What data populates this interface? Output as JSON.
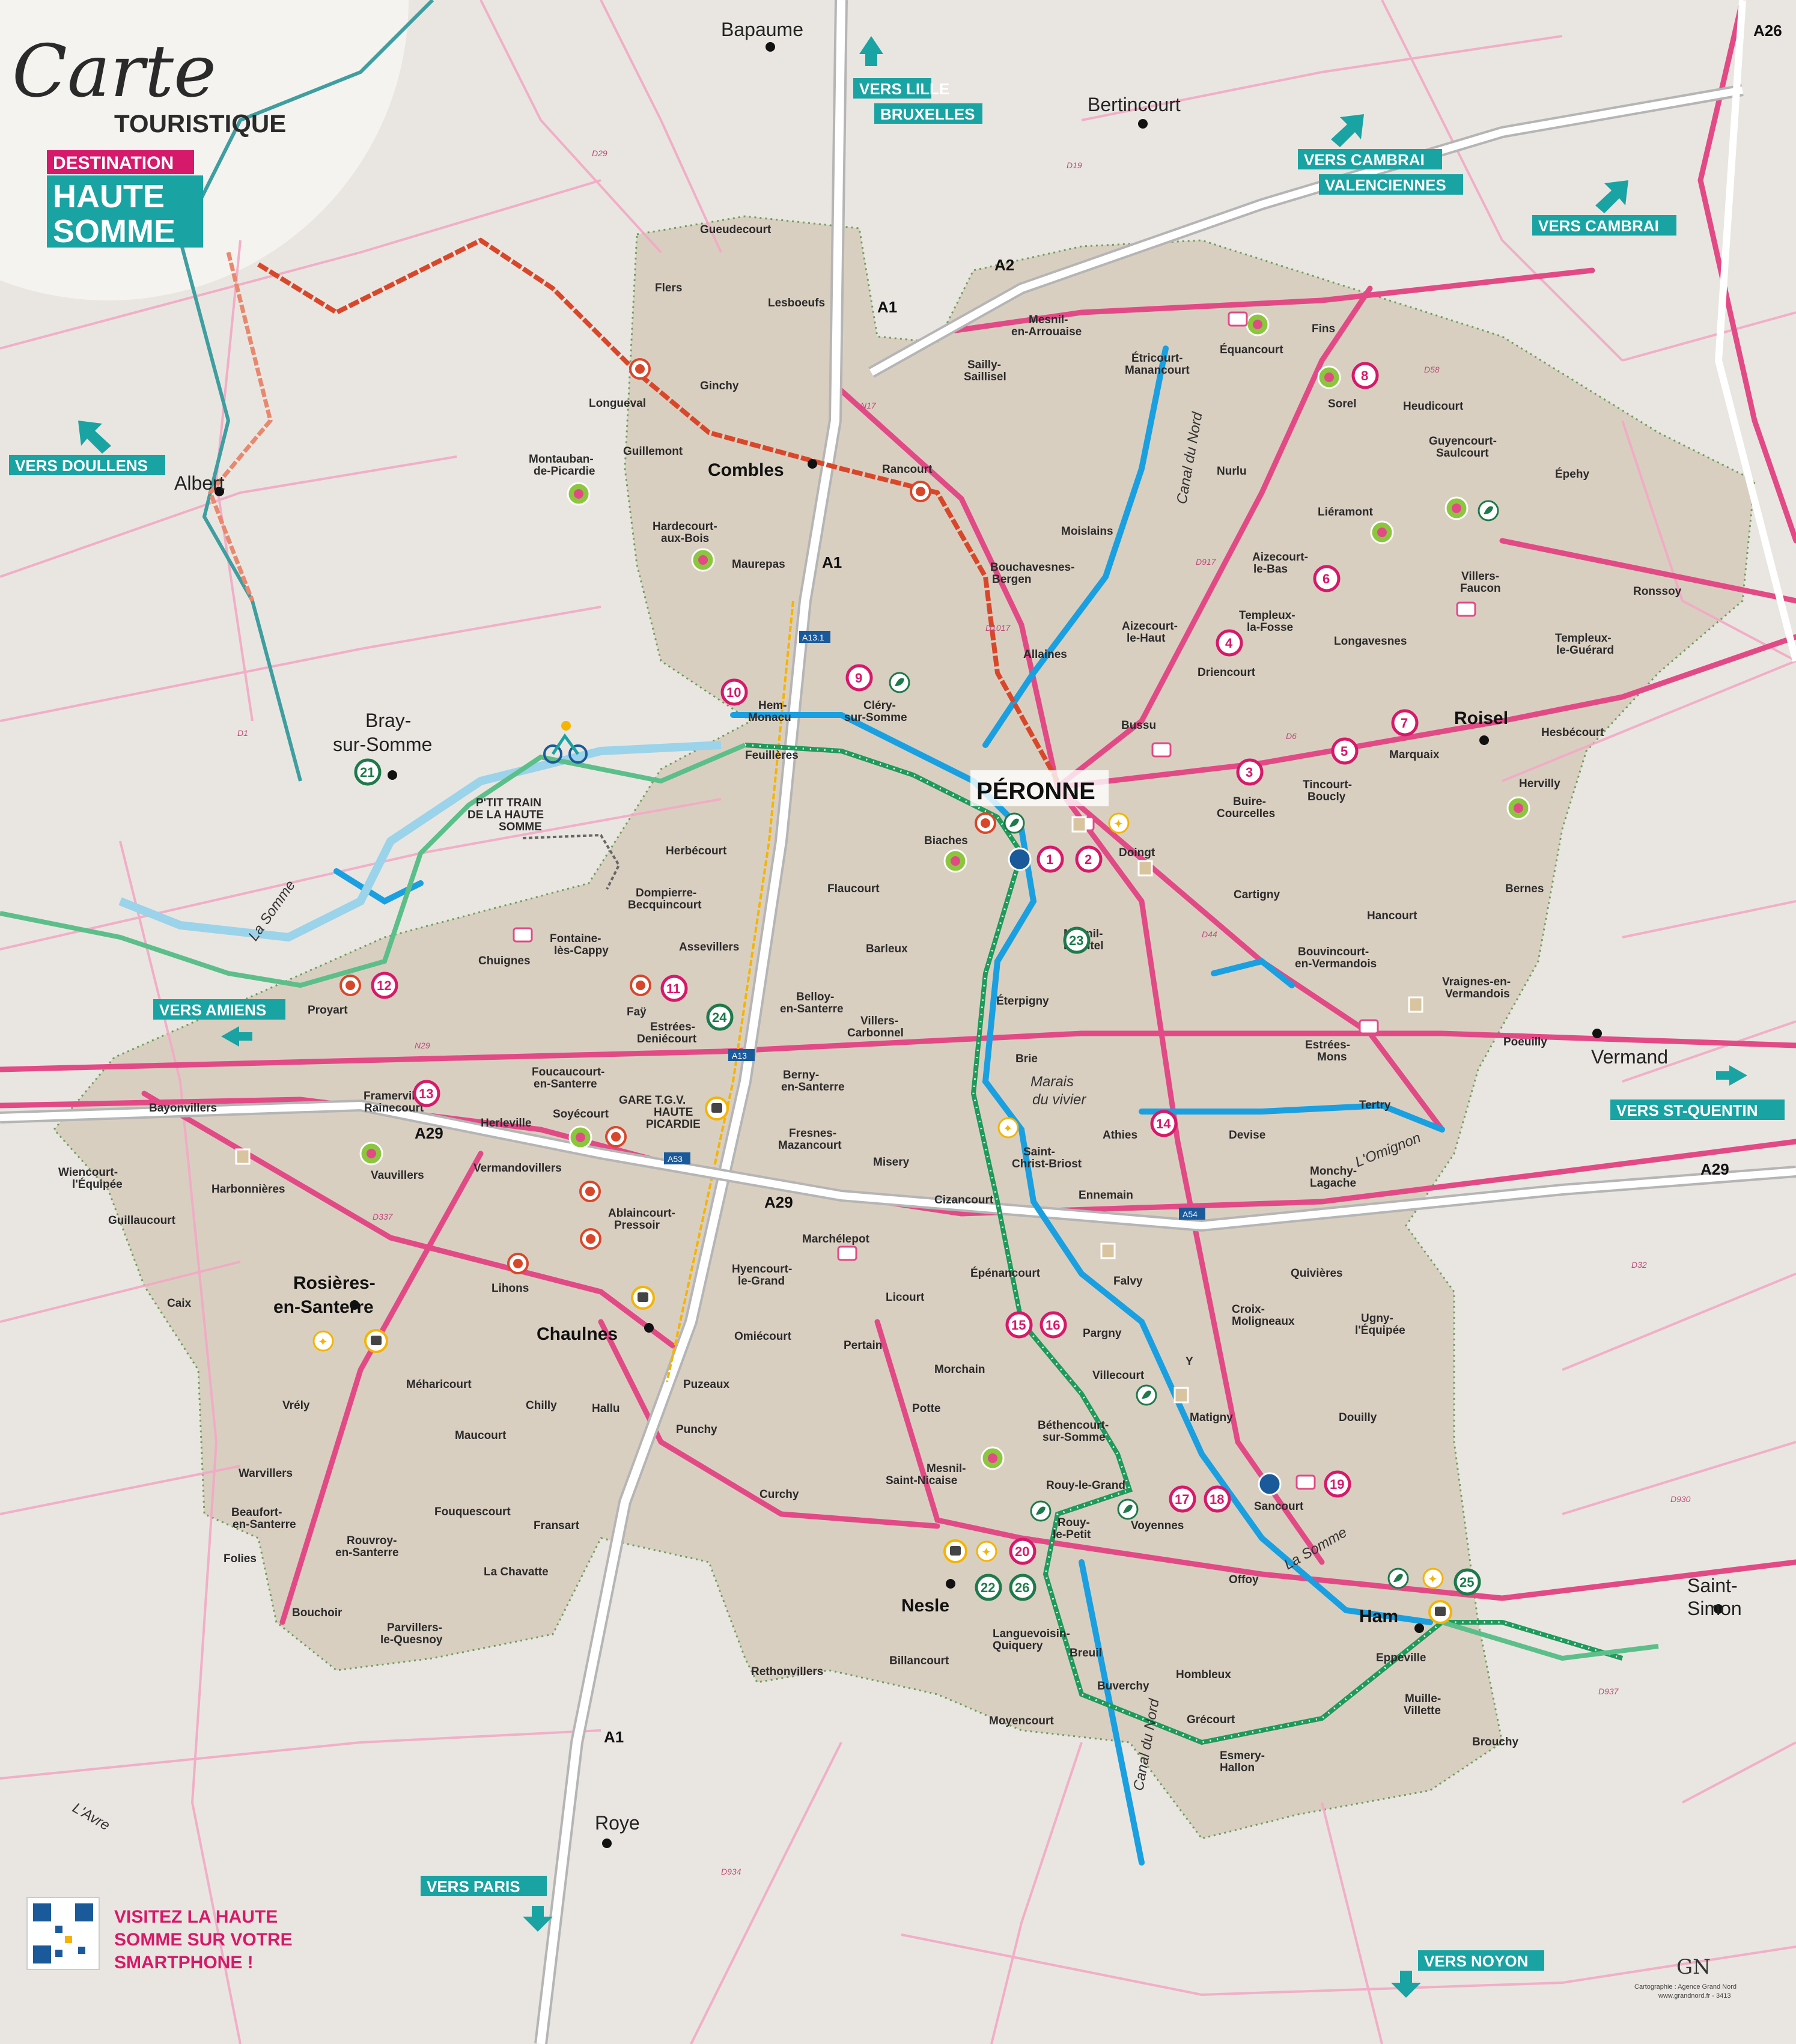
{
  "header": {
    "title_script": "Carte",
    "title_sub": "TOURISTIQUE",
    "destination": "DESTINATION",
    "region_line1": "HAUTE",
    "region_line2": "SOMME"
  },
  "directions": {
    "lille": "VERS LILLE",
    "bruxelles": "BRUXELLES",
    "cambrai_a": "VERS CAMBRAI",
    "valenciennes": "VALENCIENNES",
    "cambrai_b": "VERS CAMBRAI",
    "doullens": "VERS DOULLENS",
    "amiens": "VERS AMIENS",
    "st_quentin": "VERS ST-QUENTIN",
    "paris": "VERS PARIS",
    "noyon": "VERS NOYON"
  },
  "outside_towns": {
    "bapaume": "Bapaume",
    "bertincourt": "Bertincourt",
    "albert": "Albert",
    "bray_1": "Bray-",
    "bray_2": "sur-Somme",
    "vermand": "Vermand",
    "saint_simon_1": "Saint-",
    "saint_simon_2": "Simon",
    "roye": "Roye"
  },
  "main_towns": {
    "peronne": "PÉRONNE",
    "combles": "Combles",
    "roisel": "Roisel",
    "chaulnes": "Chaulnes",
    "rosieres_1": "Rosières-",
    "rosieres_2": "en-Santerre",
    "nesle": "Nesle",
    "ham": "Ham"
  },
  "towns": {
    "gueudecourt": "Gueudecourt",
    "flers": "Flers",
    "lesboeufs": "Lesboeufs",
    "ginchy": "Ginchy",
    "longueval": "Longueval",
    "guillemont": "Guillemont",
    "montauban_1": "Montauban-",
    "montauban_2": "de-Picardie",
    "hardecourt_1": "Hardecourt-",
    "hardecourt_2": "aux-Bois",
    "maurepas": "Maurepas",
    "rancourt": "Rancourt",
    "sailly_1": "Sailly-",
    "sailly_2": "Saillisel",
    "mesnil_arr_1": "Mesnil-",
    "mesnil_arr_2": "en-Arrouaise",
    "etricourt_1": "Étricourt-",
    "etricourt_2": "Manancourt",
    "equancourt": "Équancourt",
    "fins": "Fins",
    "sorel": "Sorel",
    "heudicourt": "Heudicourt",
    "nurlu": "Nurlu",
    "guyencourt_1": "Guyencourt-",
    "guyencourt_2": "Saulcourt",
    "epehy": "Épehy",
    "lieramont": "Liéramont",
    "moislains": "Moislains",
    "bouchavesnes_1": "Bouchavesnes-",
    "bouchavesnes_2": "Bergen",
    "aizecourt_bas_1": "Aizecourt-",
    "aizecourt_bas_2": "le-Bas",
    "villers_faucon_1": "Villers-",
    "villers_faucon_2": "Faucon",
    "ronssoy": "Ronssoy",
    "templeux_fosse_1": "Templeux-",
    "templeux_fosse_2": "la-Fosse",
    "aizecourt_haut_1": "Aizecourt-",
    "aizecourt_haut_2": "le-Haut",
    "longavesnes": "Longavesnes",
    "templeux_guerard_1": "Templeux-",
    "templeux_guerard_2": "le-Guérard",
    "allaines": "Allaines",
    "driencourt": "Driencourt",
    "hem_1": "Hem-",
    "hem_2": "Monacu",
    "clery_1": "Cléry-",
    "clery_2": "sur-Somme",
    "bussu": "Bussu",
    "marquaix": "Marquaix",
    "hesbecourt": "Hesbécourt",
    "feuilleres": "Feuillères",
    "buire_1": "Buire-",
    "buire_2": "Courcelles",
    "tincourt_1": "Tincourt-",
    "tincourt_2": "Boucly",
    "hervilly": "Hervilly",
    "biaches": "Biaches",
    "doingt": "Doingt",
    "herbecourt": "Herbécourt",
    "flaucourt": "Flaucourt",
    "cartigny": "Cartigny",
    "dompierre_1": "Dompierre-",
    "dompierre_2": "Becquincourt",
    "hancourt": "Hancourt",
    "bernes": "Bernes",
    "assevillers": "Assevillers",
    "barleux": "Barleux",
    "chuignes": "Chuignes",
    "fontaine_1": "Fontaine-",
    "fontaine_2": "lès-Cappy",
    "bouvincourt_1": "Bouvincourt-",
    "bouvincourt_2": "en-Vermandois",
    "vraignes_1": "Vraignes-en-",
    "vraignes_2": "Vermandois",
    "mesnil_bruntel_1": "Mesnil-",
    "mesnil_bruntel_2": "Bruntel",
    "proyart": "Proyart",
    "fay": "Faÿ",
    "belloy_1": "Belloy-",
    "belloy_2": "en-Santerre",
    "eterpigny": "Éterpigny",
    "estrees_den_1": "Estrées-",
    "estrees_den_2": "Deniécourt",
    "villers_carb_1": "Villers-",
    "villers_carb_2": "Carbonnel",
    "estrees_mons_1": "Estrées-",
    "estrees_mons_2": "Mons",
    "poeuilly": "Poeuilly",
    "brie": "Brie",
    "foucaucourt_1": "Foucaucourt-",
    "foucaucourt_2": "en-Santerre",
    "berny_1": "Berny-",
    "berny_2": "en-Santerre",
    "framerville_1": "Framerville-",
    "framerville_2": "Rainecourt",
    "bayonvillers": "Bayonvillers",
    "herleville": "Herleville",
    "soyecourt": "Soyécourt",
    "gare_1": "GARE T.G.V.",
    "gare_2": "HAUTE",
    "gare_3": "PICARDIE",
    "athies": "Athies",
    "devise": "Devise",
    "tertry": "Tertry",
    "fresnes_1": "Fresnes-",
    "fresnes_2": "Mazancourt",
    "misery": "Misery",
    "st_christ_1": "Saint-",
    "st_christ_2": "Christ-Briost",
    "monchy_1": "Monchy-",
    "monchy_2": "Lagache",
    "wiencourt_1": "Wiencourt-",
    "wiencourt_2": "l'Équipée",
    "harbonnieres": "Harbonnières",
    "vauvillers": "Vauvillers",
    "vermandovillers": "Vermandovillers",
    "guillaucourt": "Guillaucourt",
    "ablaincourt_1": "Ablaincourt-",
    "ablaincourt_2": "Pressoir",
    "cizancourt": "Cizancourt",
    "ennemain": "Ennemain",
    "marchelepot": "Marchélepot",
    "epenancourt": "Épénancourt",
    "falvy": "Falvy",
    "quivieres": "Quivières",
    "lihons": "Lihons",
    "hyencourt_1": "Hyencourt-",
    "hyencourt_2": "le-Grand",
    "licourt": "Licourt",
    "croix_1": "Croix-",
    "croix_2": "Moligneaux",
    "ugny_1": "Ugny-",
    "ugny_2": "l'Équipée",
    "caix": "Caix",
    "omiecourt": "Omiécourt",
    "pertain": "Pertain",
    "pargny": "Pargny",
    "morchain": "Morchain",
    "villecourt": "Villecourt",
    "y": "Y",
    "meharicourt": "Méharicourt",
    "chilly": "Chilly",
    "puzeaux": "Puzeaux",
    "potte": "Potte",
    "matigny": "Matigny",
    "douilly": "Douilly",
    "vrely": "Vrély",
    "maucourt": "Maucourt",
    "hallu": "Hallu",
    "punchy": "Punchy",
    "bethencourt_1": "Béthencourt-",
    "bethencourt_2": "sur-Somme",
    "warvillers": "Warvillers",
    "mesnil_st_1": "Mesnil-",
    "mesnil_st_2": "Saint-Nicaise",
    "curchy": "Curchy",
    "rouy_grand": "Rouy-le-Grand",
    "voyennes": "Voyennes",
    "sancourt": "Sancourt",
    "beaufort_1": "Beaufort-",
    "beaufort_2": "en-Santerre",
    "fouquescourt": "Fouquescourt",
    "fransart": "Fransart",
    "rouy_petit_1": "Rouy-",
    "rouy_petit_2": "le-Petit",
    "folies": "Folies",
    "rouvroy_1": "Rouvroy-",
    "rouvroy_2": "en-Santerre",
    "la_chavatte": "La Chavatte",
    "offoy": "Offoy",
    "bouchoir": "Bouchoir",
    "parvillers_1": "Parvillers-",
    "parvillers_2": "le-Quesnoy",
    "languevoisin_1": "Languevoisin-",
    "languevoisin_2": "Quiquery",
    "eppeville": "Eppeville",
    "breuil": "Breuil",
    "hombleux": "Hombleux",
    "rethonvillers": "Rethonvillers",
    "billancourt": "Billancourt",
    "buverchy": "Buverchy",
    "muille_1": "Muille-",
    "muille_2": "Villette",
    "moyencourt": "Moyencourt",
    "grecourt": "Grécourt",
    "brouchy": "Brouchy",
    "esmery_1": "Esmery-",
    "esmery_2": "Hallon"
  },
  "water_labels": {
    "la_somme_w": "La Somme",
    "canal_nord_n": "Canal du Nord",
    "canal_nord_s": "Canal du Nord",
    "marais_1": "Marais",
    "marais_2": "du vivier",
    "omignon": "L'Omignon",
    "la_somme_e": "La Somme",
    "avre": "L'Avre",
    "train_1": "P'TIT TRAIN",
    "train_2": "DE LA HAUTE",
    "train_3": "SOMME"
  },
  "road_labels": {
    "a1_n": "A1",
    "a1_c": "A1",
    "a1_s": "A1",
    "a2": "A2",
    "a26": "A26",
    "a29_w": "A29",
    "a29_c": "A29",
    "a29_e": "A29",
    "n17": "N17",
    "n29": "N29",
    "a13_1": "A13.1",
    "a13": "A13",
    "a53": "A53",
    "a54": "A54",
    "d1": "D1",
    "d44": "D44",
    "d917": "D917",
    "d1017": "D1017",
    "d930": "D930",
    "d937": "D937",
    "d934": "D934",
    "d337": "D337",
    "d19": "D19",
    "d29": "D29",
    "d58": "D58",
    "d6": "D6",
    "d32": "D32"
  },
  "poi_numbers": [
    "1",
    "2",
    "3",
    "4",
    "5",
    "6",
    "7",
    "8",
    "9",
    "10",
    "11",
    "12",
    "13",
    "14",
    "15",
    "16",
    "17",
    "18",
    "19",
    "20"
  ],
  "poi_green_numbers": [
    "21",
    "22",
    "23",
    "24",
    "25",
    "26"
  ],
  "qr": {
    "line1": "VISITEZ LA HAUTE",
    "line2": "SOMME SUR VOTRE",
    "line3": "SMARTPHONE !"
  },
  "credit": {
    "logo": "GN",
    "line1": "Cartographie : Agence Grand Nord",
    "line2": "www.grandnord.fr - 3413"
  },
  "colors": {
    "territory": "#d9cfc1",
    "background": "#e9e6e1",
    "road_pink": "#e24a86",
    "road_light": "#f2a9c5",
    "motorway": "#ffffff",
    "teal": "#1aa3a3",
    "water": "#1aa0e0",
    "greenway": "#1e9a5a",
    "redway": "#d9472b",
    "magenta": "#d6196a"
  }
}
